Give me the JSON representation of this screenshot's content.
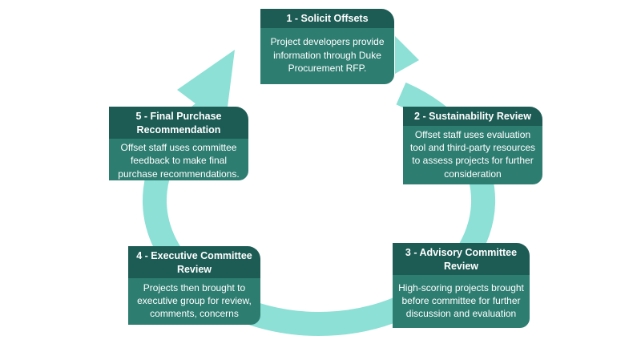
{
  "colors": {
    "ring": "#8ce0d6",
    "step_header_bg": "#1d5c55",
    "step_body_bg": "#2e7d71",
    "step_text": "#ffffff"
  },
  "steps": [
    {
      "title": "1 - Solicit Offsets",
      "description": "Project developers provide information through Duke Procurement RFP."
    },
    {
      "title": "2 - Sustainability Review",
      "description": "Offset staff uses evaluation tool and third-party resources to assess projects for further consideration"
    },
    {
      "title": "3 - Advisory Committee Review",
      "description": "High-scoring projects brought before committee for further discussion and evaluation"
    },
    {
      "title": "4 - Executive Committee Review",
      "description": "Projects then brought to executive group for review, comments, concerns"
    },
    {
      "title": "5 - Final Purchase Recommendation",
      "description": "Offset staff uses committee feedback to make final purchase recommendations."
    }
  ]
}
